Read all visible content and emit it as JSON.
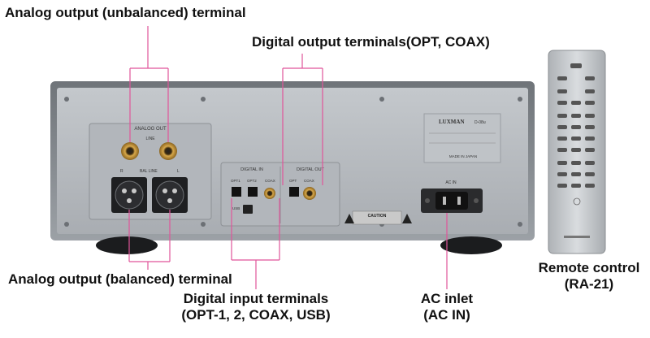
{
  "callouts": {
    "analog_unbalanced": "Analog output (unbalanced) terminal",
    "digital_output": "Digital output terminals(OPT, COAX)",
    "analog_balanced": "Analog output (balanced) terminal",
    "digital_input_line1": "Digital input terminals",
    "digital_input_line2": "(OPT-1, 2, COAX, USB)",
    "ac_inlet_line1": "AC inlet",
    "ac_inlet_line2": "(AC IN)",
    "remote_line1": "Remote control",
    "remote_line2": "(RA-21)"
  },
  "panel": {
    "analog_out": "ANALOG OUT",
    "line": "LINE",
    "r": "R",
    "l": "L",
    "bal_line": "BAL LINE",
    "digital_in": "DIGITAL IN",
    "digital_out": "DIGITAL OUT",
    "opt": "OPT",
    "coax": "COAX",
    "opt1": "OPT1",
    "opt2": "OPT2",
    "usb": "USB",
    "brand": "LUXMAN",
    "model": "D-08u",
    "made_in": "MADE IN JAPAN",
    "ac_in": "AC IN",
    "caution": "CAUTION"
  },
  "colors": {
    "callout_line": "#e0559a",
    "chassis": "#8a8f95",
    "panel": "#b9bdc2",
    "remote": "#c9ccd0"
  }
}
